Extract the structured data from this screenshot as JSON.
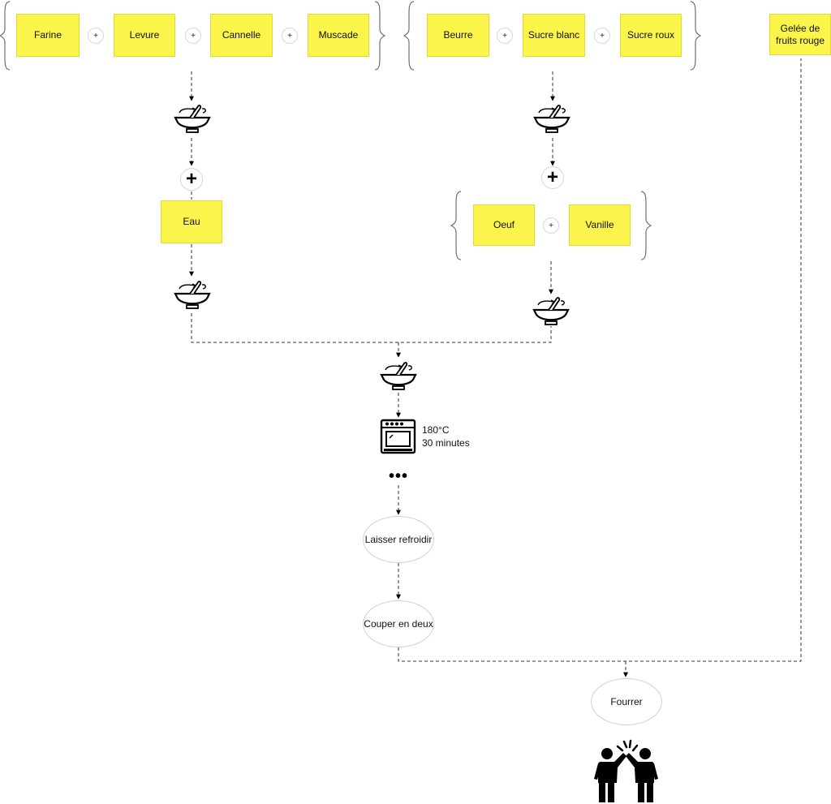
{
  "groups": {
    "dry": {
      "items": [
        "Farine",
        "Levure",
        "Cannelle",
        "Muscade"
      ],
      "plus": [
        "+",
        "+",
        "+"
      ]
    },
    "butter": {
      "items": [
        "Beurre",
        "Sucre blanc",
        "Sucre roux"
      ],
      "plus": [
        "+",
        "+"
      ]
    },
    "jelly": {
      "label": "Gelée de fruits rouge"
    },
    "eggs": {
      "items": [
        "Oeuf",
        "Vanille"
      ],
      "plus": [
        "+"
      ]
    }
  },
  "big_plus": "+",
  "water": {
    "label": "Eau"
  },
  "oven": {
    "temperature": "180°C",
    "duration": "30 minutes"
  },
  "ellipsis": "•••",
  "steps": {
    "cool": "Laisser refroidir",
    "cut": "Couper en deux",
    "fill": "Fourrer"
  },
  "icons": {
    "mixing": "mixing-bowl-icon",
    "oven": "oven-icon",
    "celebration": "high-five-icon"
  }
}
